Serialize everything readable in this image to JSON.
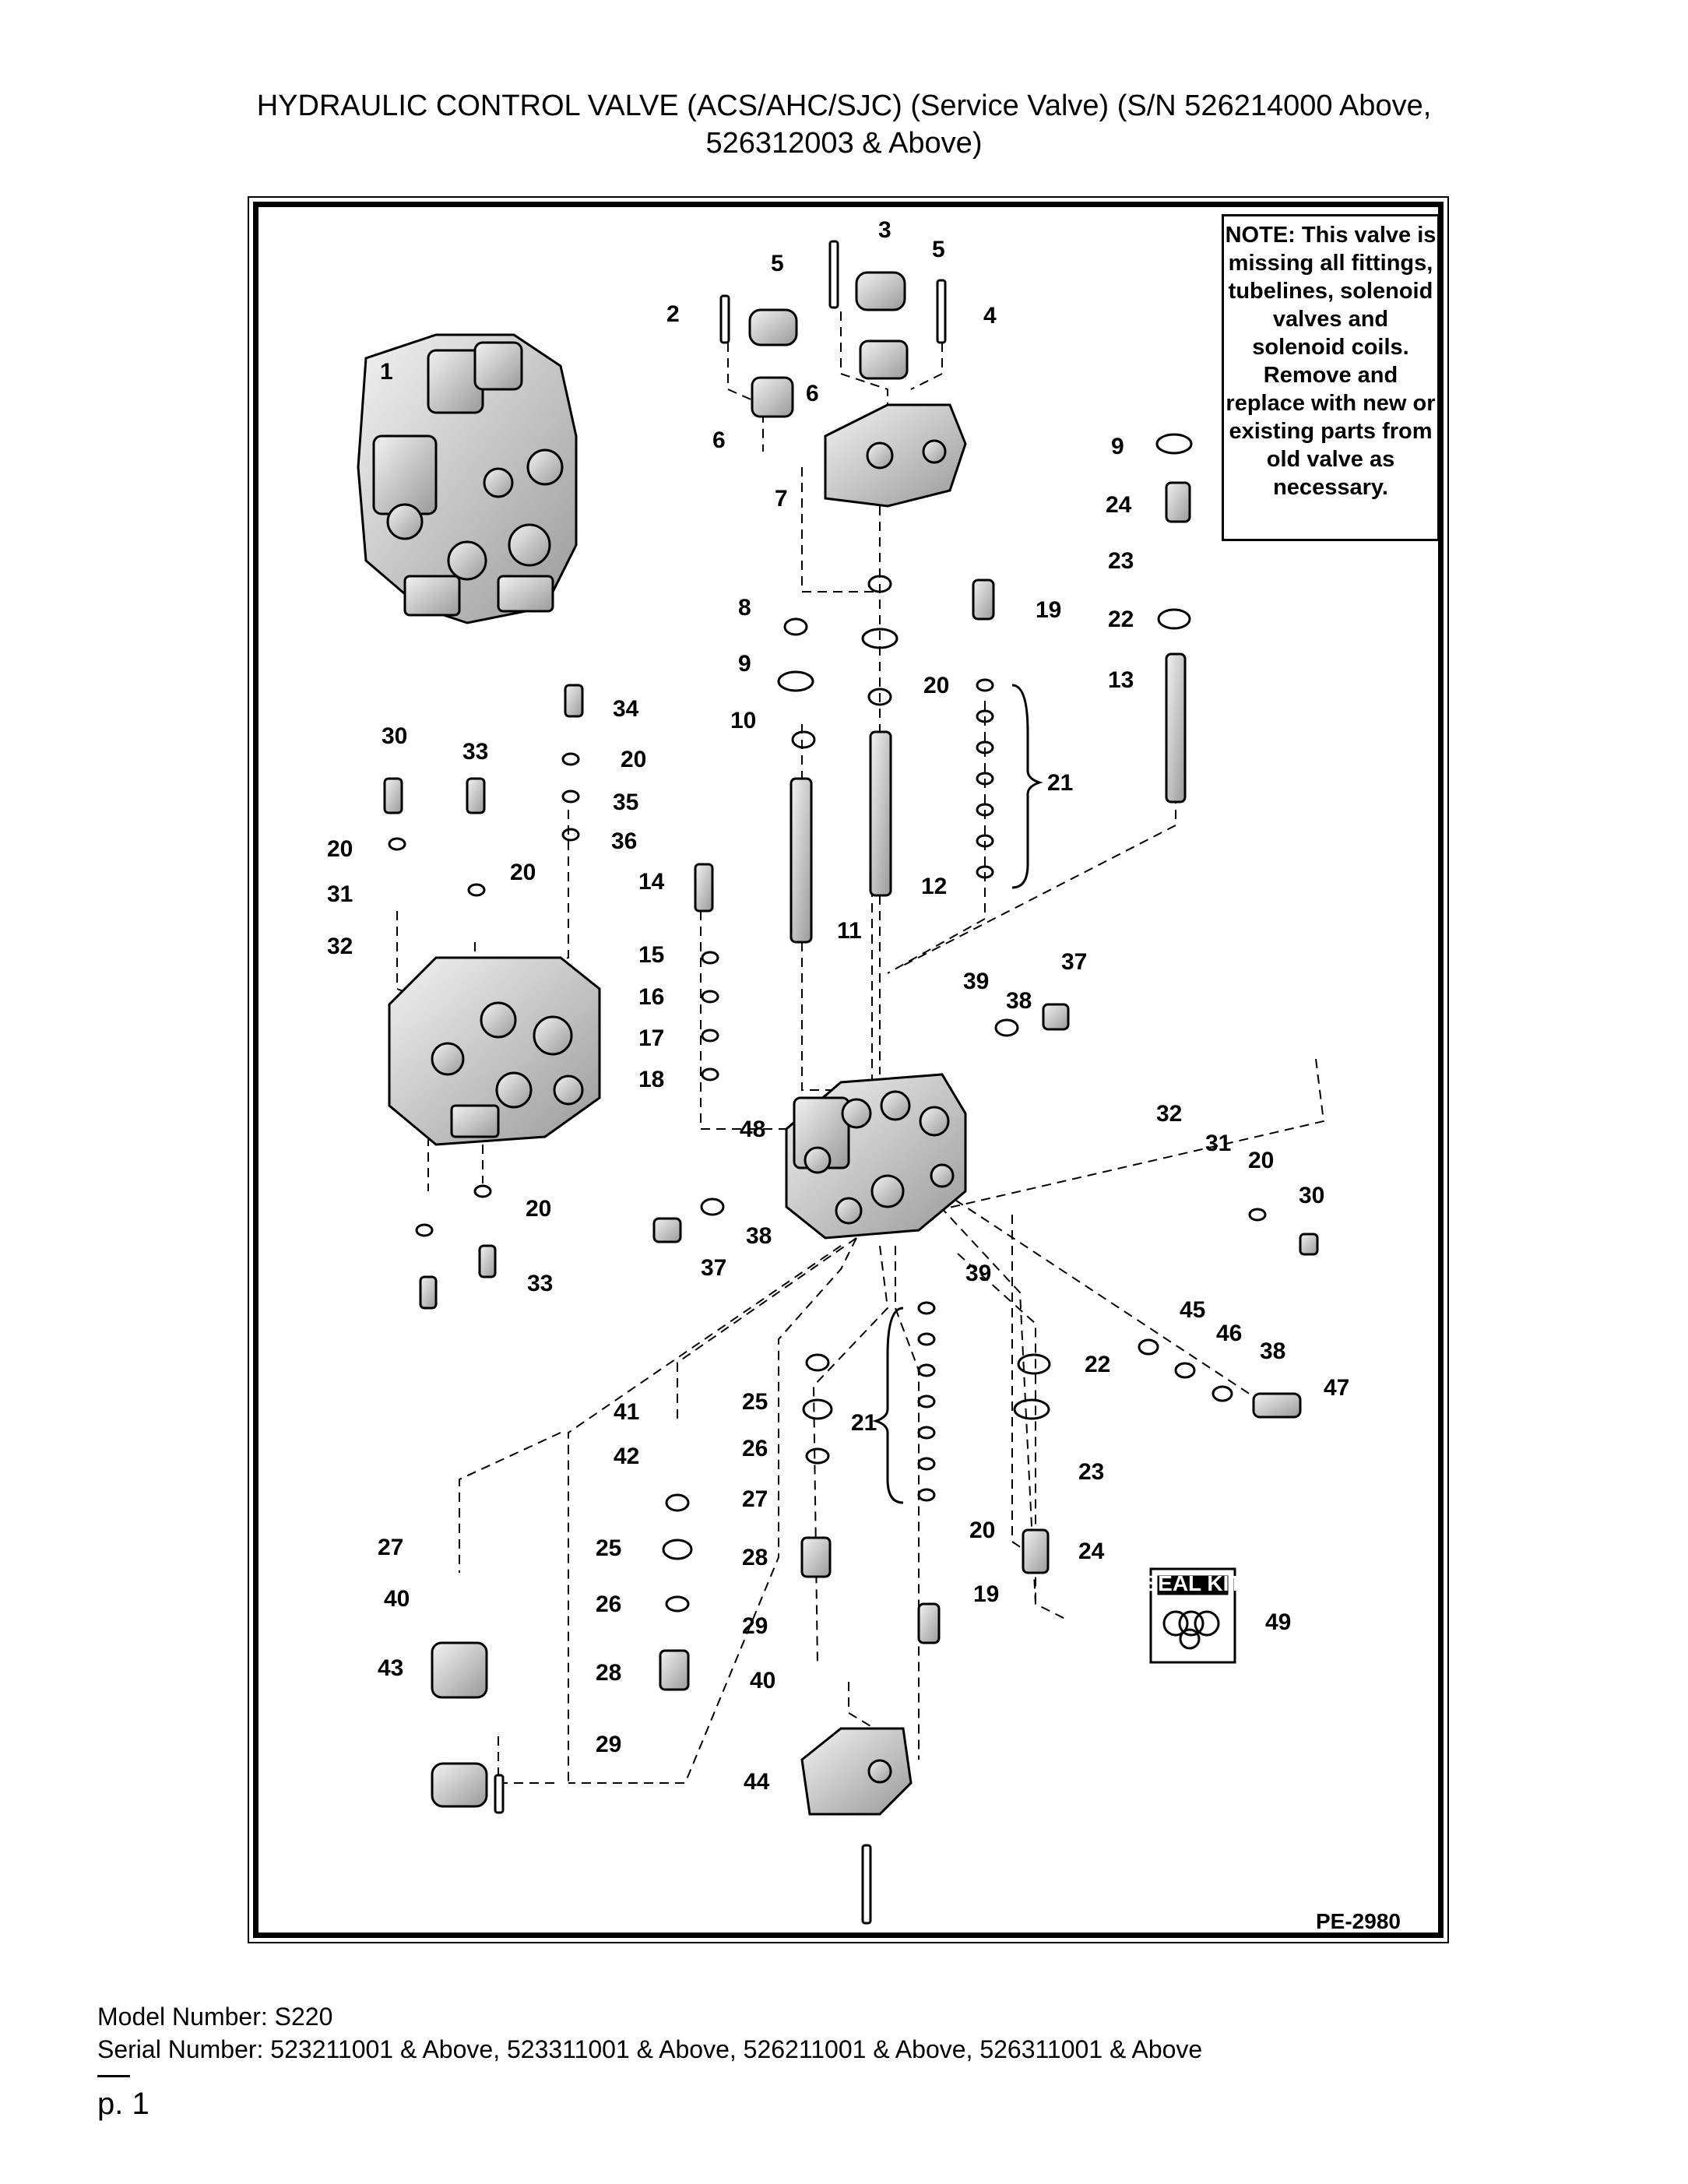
{
  "title": {
    "line1": "HYDRAULIC CONTROL VALVE (ACS/AHC/SJC) (Service Valve) (S/N 526214000 Above,",
    "line2": "526312003 & Above)"
  },
  "note": {
    "label": "NOTE:",
    "text": "This valve is missing all fittings, tubelines, solenoid valves and solenoid coils. Remove and replace with new or existing parts from old valve as necessary."
  },
  "figure_id": "PE-2980",
  "seal_kit_label": "SEAL KIT",
  "callouts": [
    "1",
    "2",
    "3",
    "4",
    "5",
    "6",
    "7",
    "8",
    "9",
    "10",
    "11",
    "12",
    "13",
    "14",
    "15",
    "16",
    "17",
    "18",
    "19",
    "20",
    "21",
    "22",
    "23",
    "24",
    "25",
    "26",
    "27",
    "28",
    "29",
    "30",
    "31",
    "32",
    "33",
    "34",
    "35",
    "36",
    "37",
    "38",
    "39",
    "40",
    "41",
    "42",
    "43",
    "44",
    "45",
    "46",
    "47",
    "48",
    "49"
  ],
  "footer": {
    "model": "Model Number: S220",
    "serial": "Serial Number: 523211001 & Above, 523311001 & Above, 526211001 & Above, 526311001 & Above"
  },
  "page": "p. 1"
}
